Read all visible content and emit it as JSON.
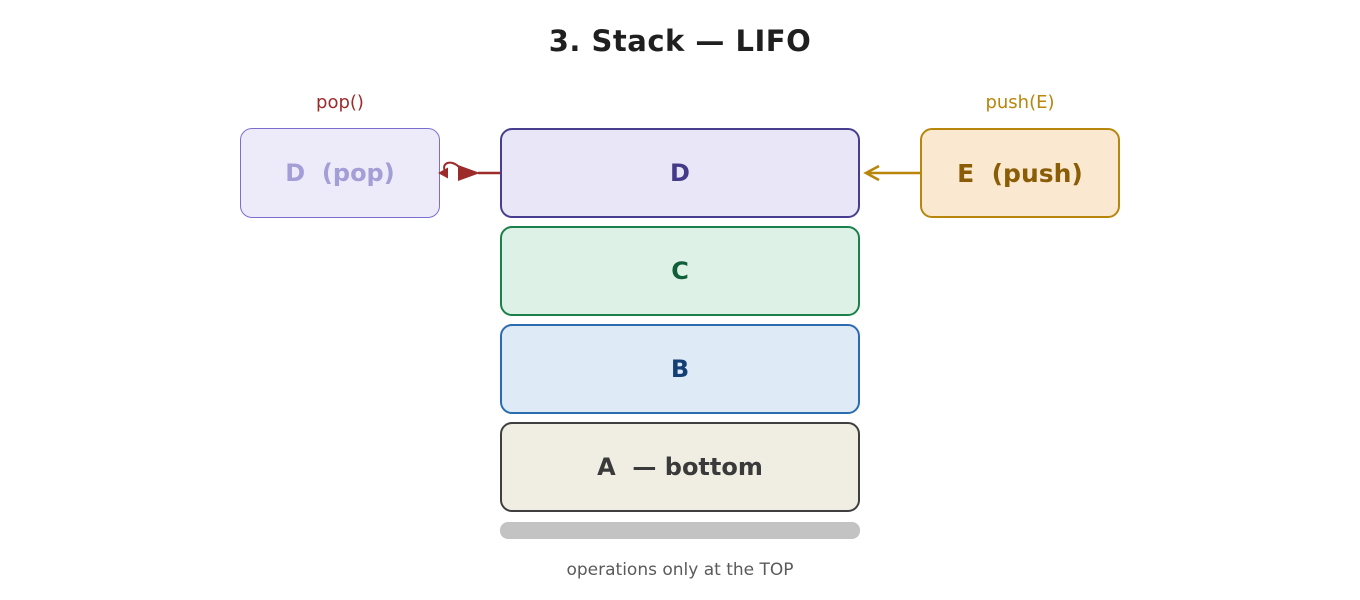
{
  "title": "3. Stack — LIFO",
  "operations": {
    "pop": {
      "label": "pop()",
      "box_text": "D  (pop)",
      "accent_color": "#9e2b2b",
      "box_fill": "#edebfa",
      "box_border": "#7a6fd0",
      "box_text_color": "#a49ed6"
    },
    "push": {
      "label": "push(E)",
      "box_text": "E  (push)",
      "accent_color": "#b8860b",
      "box_fill": "#fae9d0",
      "box_border": "#b8860b",
      "box_text_color": "#8a5c06"
    }
  },
  "stack": {
    "order_note": "top to bottom",
    "items": [
      {
        "label": "D",
        "fill": "#e9e7f7",
        "border": "#473e8f",
        "text_color": "#453a8a"
      },
      {
        "label": "C",
        "fill": "#def1e6",
        "border": "#1b8049",
        "text_color": "#0f5f38"
      },
      {
        "label": "B",
        "fill": "#deebf7",
        "border": "#2b6cb0",
        "text_color": "#143f75"
      },
      {
        "label": "A  — bottom",
        "fill": "#f0ede3",
        "border": "#3f3f3f",
        "text_color": "#3a3a3a"
      }
    ],
    "base_bar_color": "#c3c3c3"
  },
  "caption": "operations only at the TOP"
}
